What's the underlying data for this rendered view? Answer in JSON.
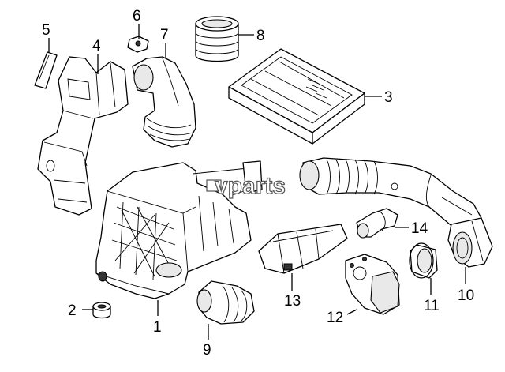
{
  "watermark": "vparts",
  "callouts": [
    {
      "id": "p1",
      "label": "1"
    },
    {
      "id": "p2",
      "label": "2"
    },
    {
      "id": "p3",
      "label": "3"
    },
    {
      "id": "p4",
      "label": "4"
    },
    {
      "id": "p5",
      "label": "5"
    },
    {
      "id": "p6",
      "label": "6"
    },
    {
      "id": "p7",
      "label": "7"
    },
    {
      "id": "p8",
      "label": "8"
    },
    {
      "id": "p9",
      "label": "9"
    },
    {
      "id": "p10",
      "label": "10"
    },
    {
      "id": "p11",
      "label": "11"
    },
    {
      "id": "p12",
      "label": "12"
    },
    {
      "id": "p13",
      "label": "13"
    },
    {
      "id": "p14",
      "label": "14"
    }
  ]
}
